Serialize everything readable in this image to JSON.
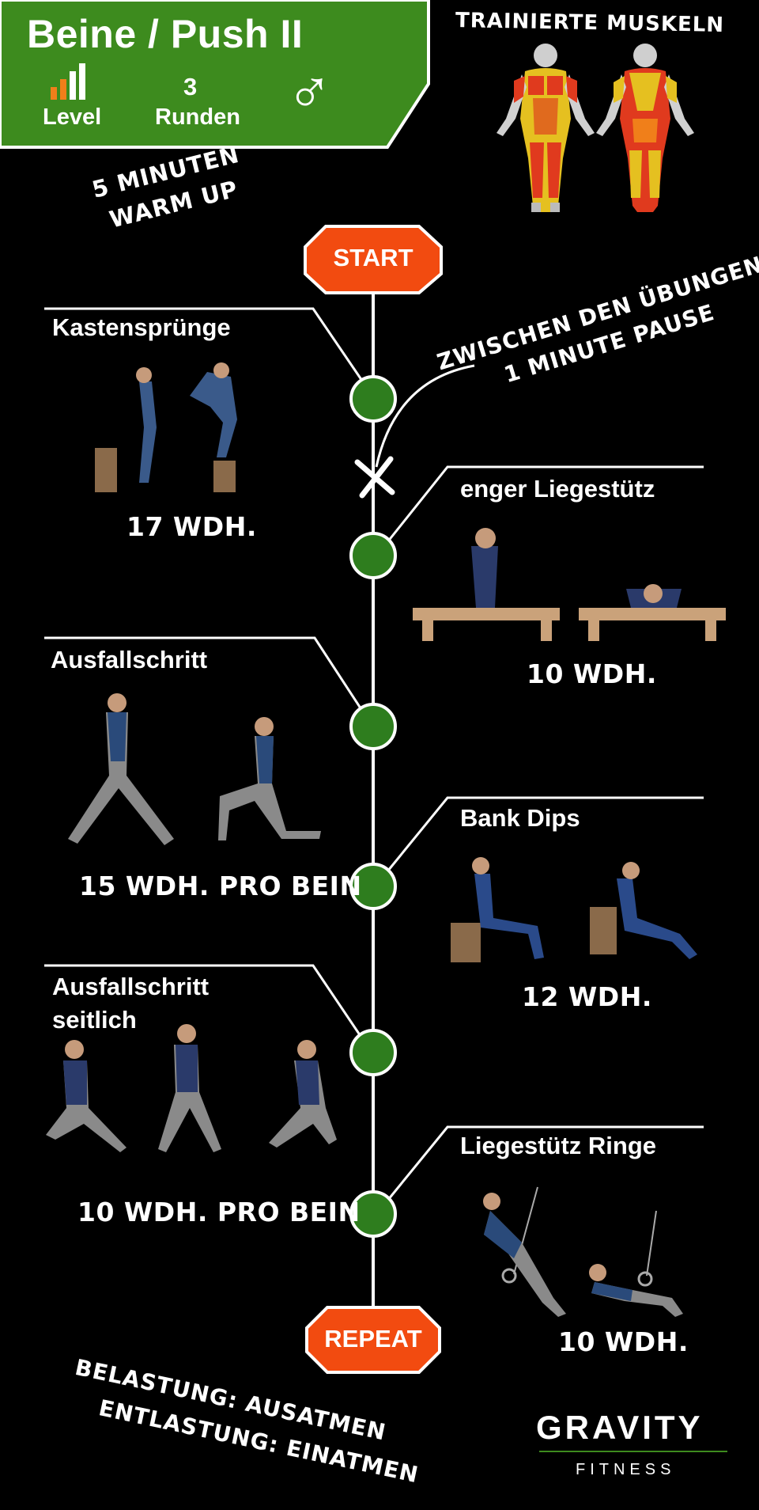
{
  "header": {
    "title": "Beine / Push II",
    "level_label": "Level",
    "rounds_value": "3",
    "rounds_label": "Runden",
    "gender_symbol": "♂",
    "level_icon": "signal-bars-icon",
    "accent_green": "#3d8b1e",
    "accent_orange": "#f07f1a"
  },
  "muscles": {
    "title": "TRAINIERTE MUSKELN",
    "figures": [
      "front-body-figure",
      "back-body-figure"
    ]
  },
  "timeline": {
    "warmup_line1": "5 MINUTEN",
    "warmup_line2": "WARM UP",
    "start_label": "START",
    "repeat_label": "REPEAT",
    "pause_line1": "ZWISCHEN DEN ÜBUNGEN",
    "pause_line2": "1 MINUTE PAUSE",
    "node_color": "#2e7d1e",
    "stop_color": "#f24b10"
  },
  "exercises": [
    {
      "name": "Kastensprünge",
      "reps": "17 WDH."
    },
    {
      "name": "enger Liegestütz",
      "reps": "10 WDH."
    },
    {
      "name": "Ausfallschritt",
      "reps": "15 WDH. PRO BEIN"
    },
    {
      "name": "Bank Dips",
      "reps": "12 WDH."
    },
    {
      "name_line1": "Ausfallschritt",
      "name_line2": "seitlich",
      "reps": "10 WDH. PRO BEIN"
    },
    {
      "name": "Liegestütz Ringe",
      "reps": "10 WDH."
    }
  ],
  "footer": {
    "breath_line1": "BELASTUNG: AUSATMEN",
    "breath_line2": "ENTLASTUNG: EINATMEN",
    "logo_text": "GRAVITY",
    "logo_sub": "FITNESS"
  }
}
